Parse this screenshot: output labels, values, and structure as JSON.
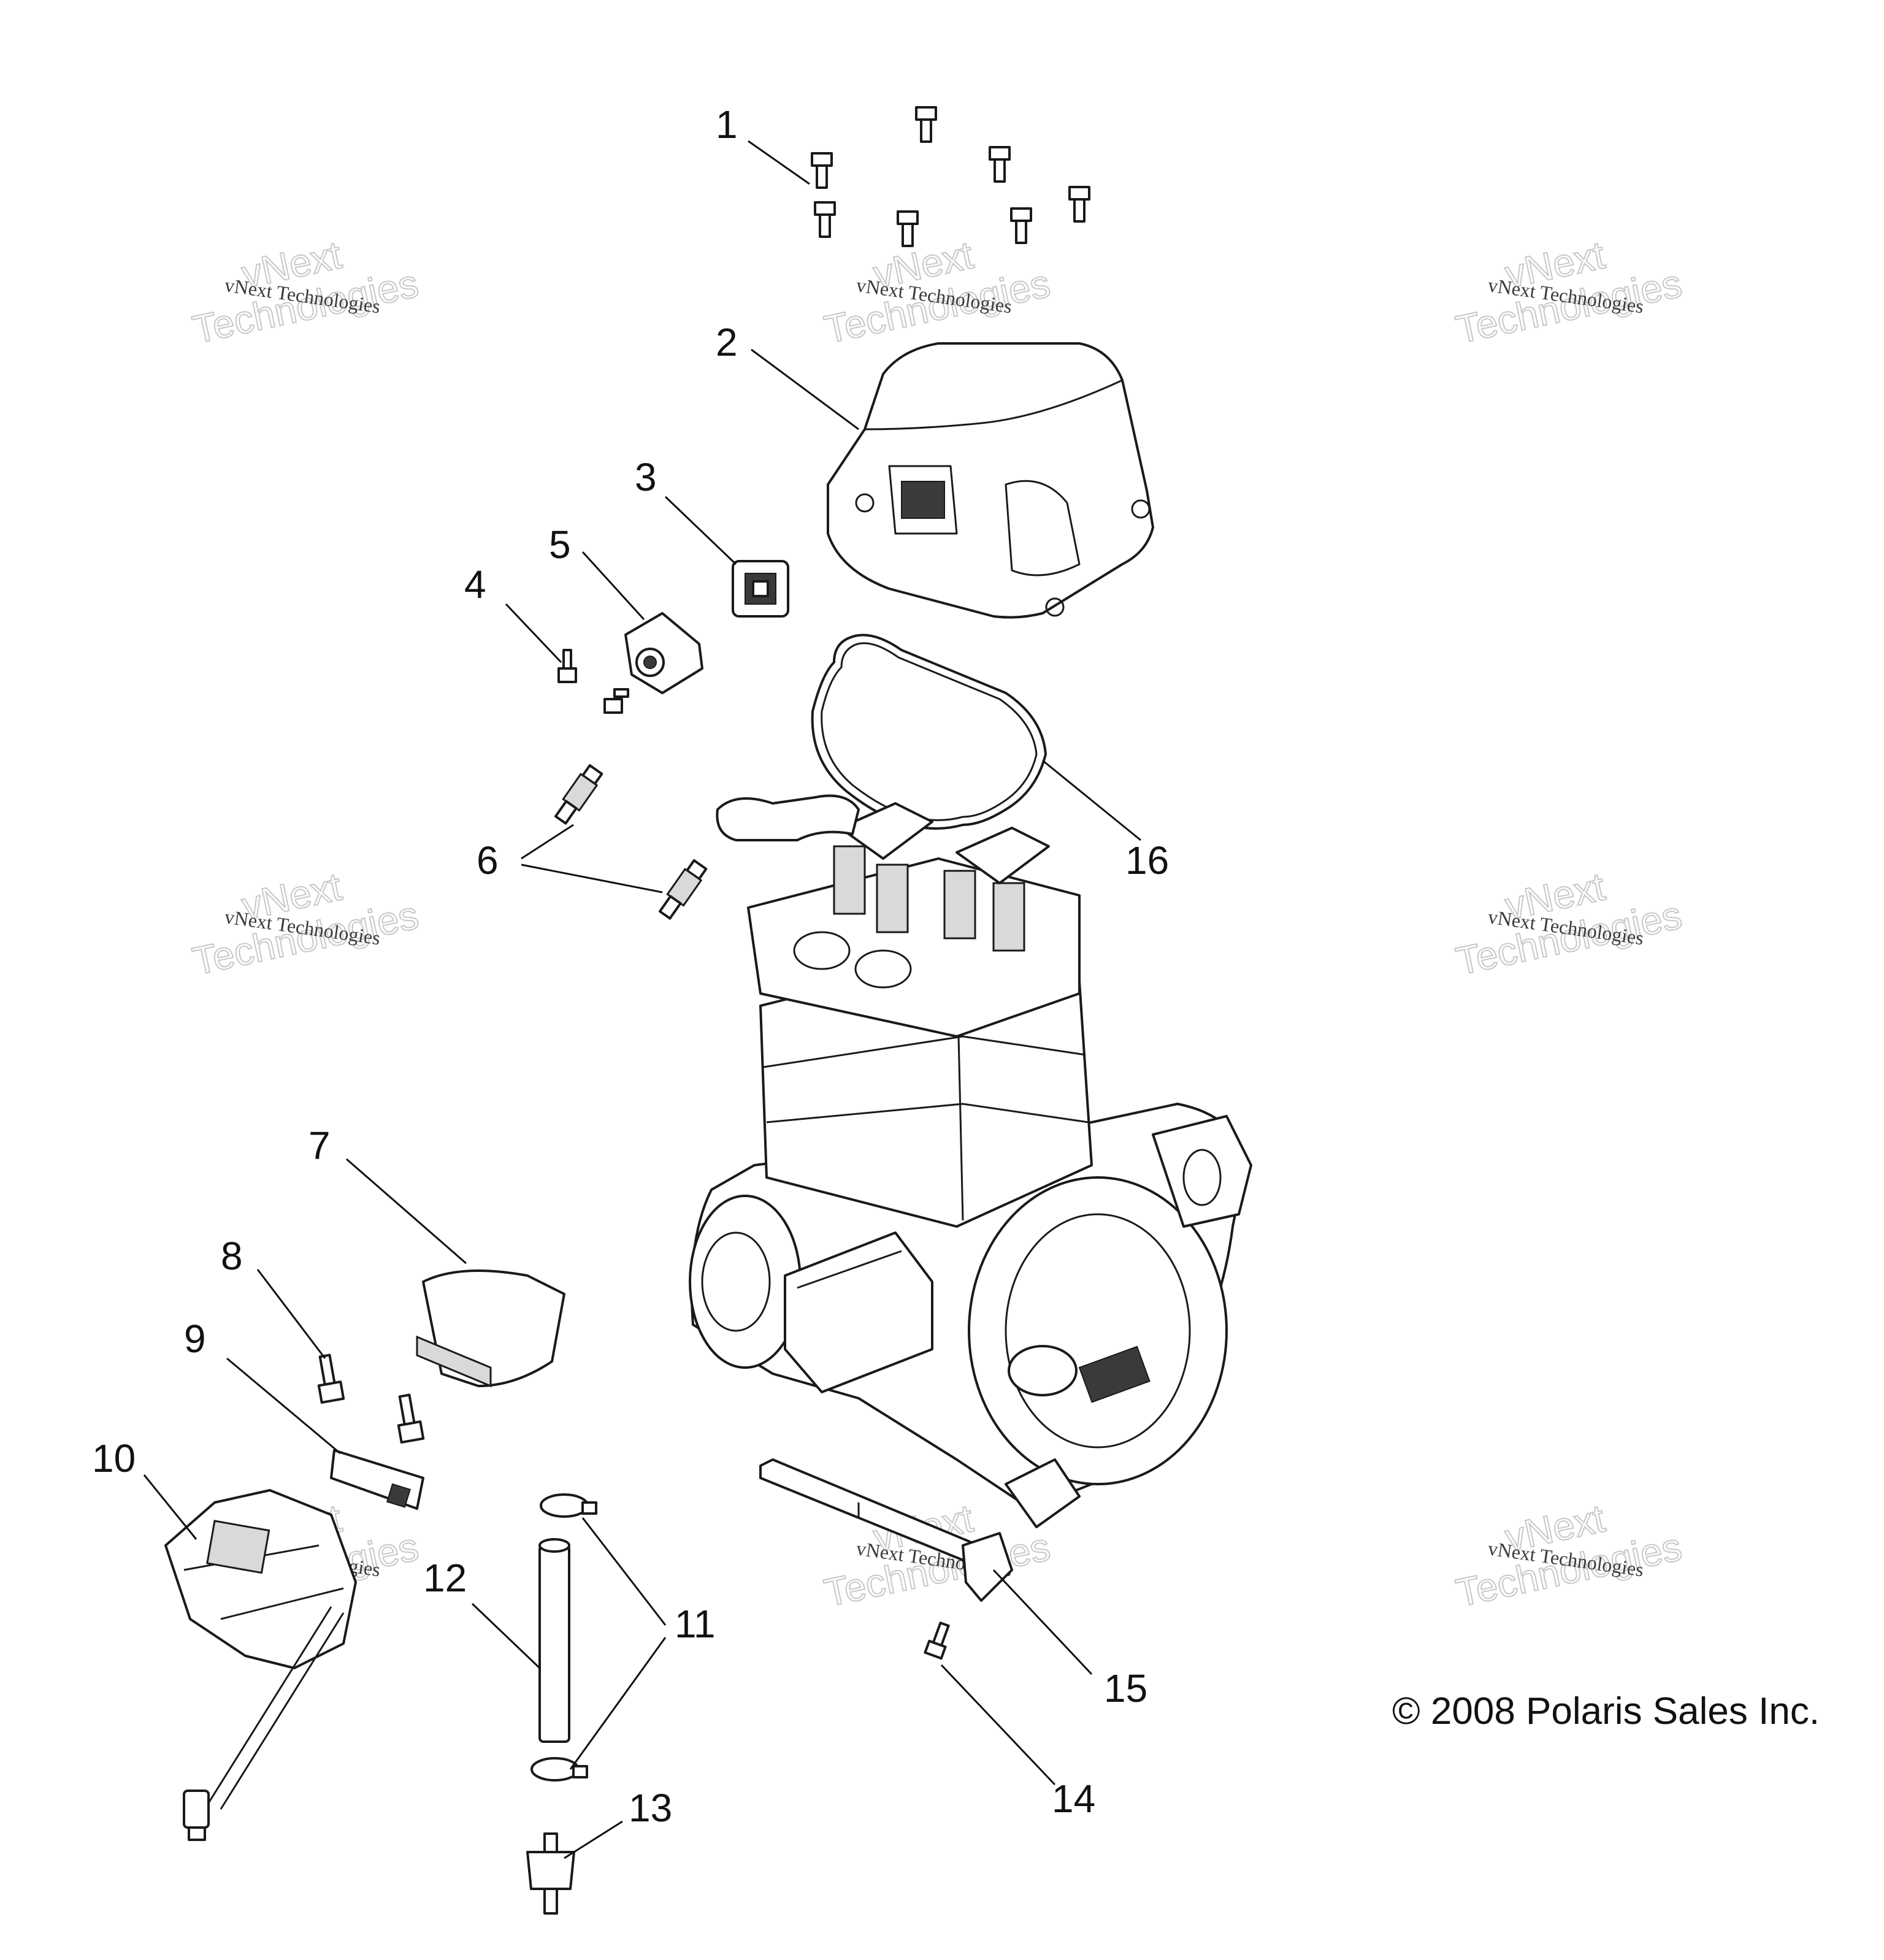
{
  "callouts": [
    {
      "id": "1",
      "text": "1"
    },
    {
      "id": "2",
      "text": "2"
    },
    {
      "id": "3",
      "text": "3"
    },
    {
      "id": "4",
      "text": "4"
    },
    {
      "id": "5",
      "text": "5"
    },
    {
      "id": "6",
      "text": "6"
    },
    {
      "id": "7",
      "text": "7"
    },
    {
      "id": "8",
      "text": "8"
    },
    {
      "id": "9",
      "text": "9"
    },
    {
      "id": "10",
      "text": "10"
    },
    {
      "id": "11",
      "text": "11"
    },
    {
      "id": "12",
      "text": "12"
    },
    {
      "id": "13",
      "text": "13"
    },
    {
      "id": "14",
      "text": "14"
    },
    {
      "id": "15",
      "text": "15"
    },
    {
      "id": "16",
      "text": "16"
    }
  ],
  "watermark": {
    "line1": "vNext Technologies",
    "line2": "vNext",
    "line3": "Technologies"
  },
  "copyright": "© 2008 Polaris Sales Inc."
}
